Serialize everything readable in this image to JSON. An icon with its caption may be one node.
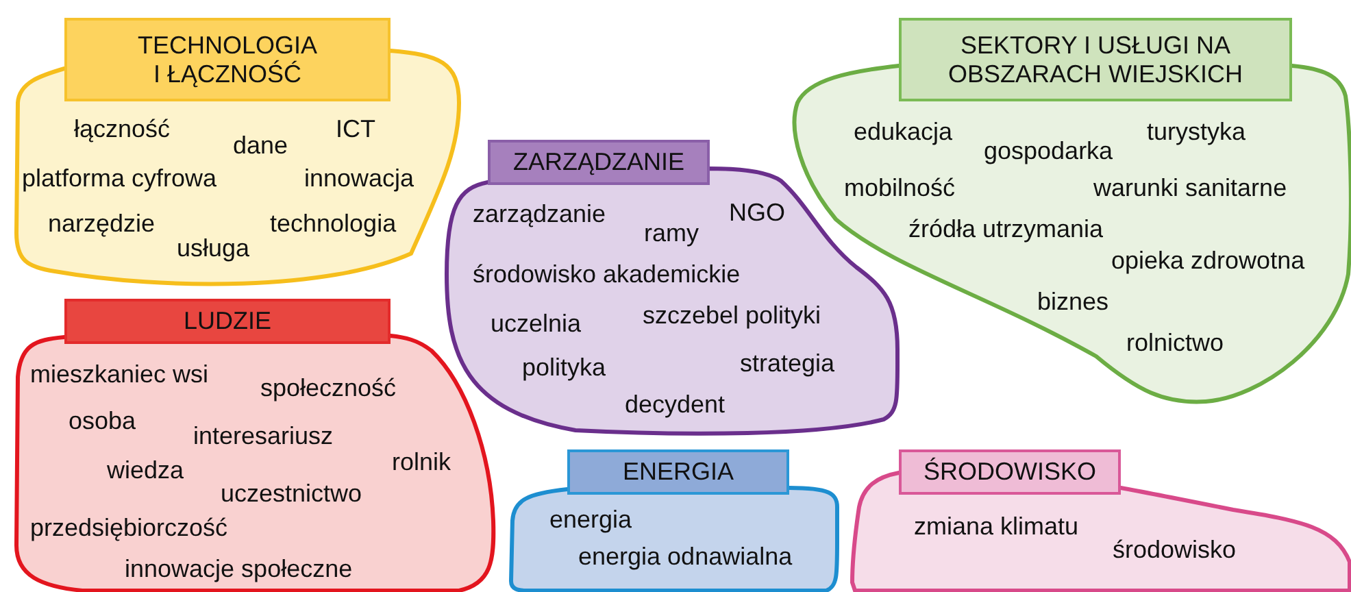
{
  "diagram": {
    "nodes": [
      {
        "text": [
          "TECHNOLOGIA I ŁĄCZNOŚĆ",
          "łączność",
          "dane",
          "ICT",
          "platforma cyfrowa",
          "innowacja",
          "narzędzie",
          "usługa",
          "technologia"
        ]
      },
      {
        "text": [
          "SEKTORY I USŁUGI NA OBSZARACH WIEJSKICH",
          "edukacja",
          "gospodarka",
          "turystyka",
          "mobilność",
          "warunki sanitarne",
          "źródła utrzymania",
          "opieka zdrowotna",
          "biznes",
          "rolnictwo"
        ]
      },
      {
        "text": [
          "ZARZĄDZANIE",
          "zarządzanie",
          "ramy",
          "NGO",
          "środowisko akademickie",
          "uczelnia",
          "szczebel polityki",
          "polityka",
          "strategia",
          "decydent"
        ]
      },
      {
        "text": [
          "LUDZIE",
          "mieszkaniec wsi",
          "społeczność",
          "osoba",
          "interesariusz",
          "wiedza",
          "rolnik",
          "uczestnictwo",
          "przedsiębiorczość",
          "innowacje społeczne"
        ]
      },
      {
        "text": [
          "ENERGIA",
          "energia",
          "energia odnawialna"
        ]
      },
      {
        "text": [
          "ŚRODOWISKO",
          "zmiana klimatu",
          "środowisko"
        ]
      }
    ]
  }
}
